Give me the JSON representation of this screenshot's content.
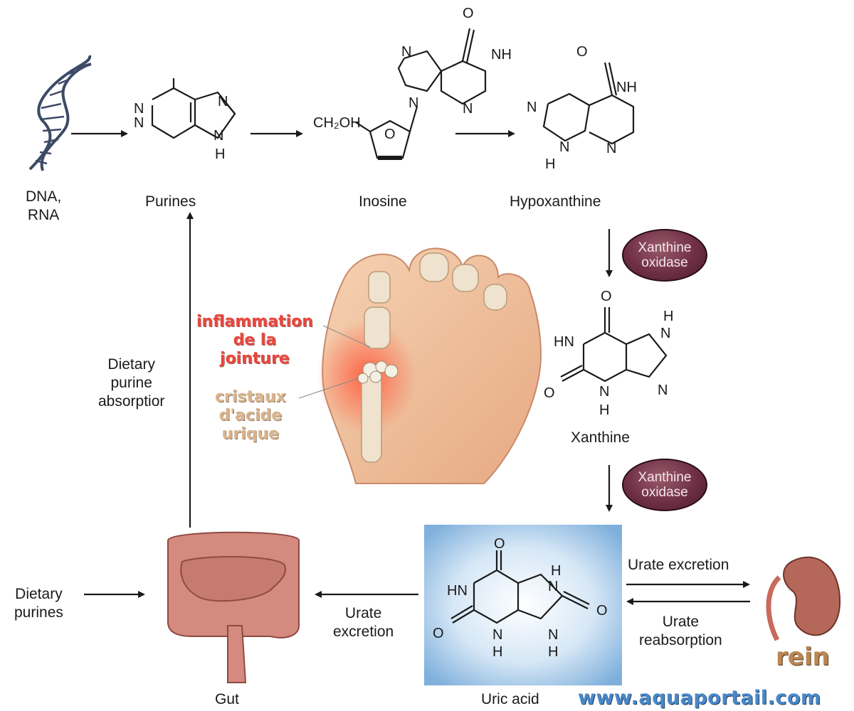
{
  "molecules": {
    "dna": {
      "line1": "DNA,",
      "line2": "RNA"
    },
    "purines": "Purines",
    "inosine": "Inosine",
    "hypoxanthine": "Hypoxanthine",
    "xanthine": "Xanthine",
    "uric_acid": "Uric acid",
    "gut": "Gut"
  },
  "atoms": {
    "N": "N",
    "NH": "NH",
    "HN": "HN",
    "H": "H",
    "O": "O",
    "OH": "OH",
    "CH2OH": "CH₂OH"
  },
  "enzymes": {
    "xo1": {
      "line1": "Xanthine",
      "line2": "oxidase"
    },
    "xo2": {
      "line1": "Xanthine",
      "line2": "oxidase"
    }
  },
  "labels": {
    "dietary_absorption": {
      "line1": "Dietary",
      "line2": "purine",
      "line3": "absorptior"
    },
    "dietary_purines": {
      "line1": "Dietary",
      "line2": "purines"
    },
    "urate_excretion_gut": {
      "line1": "Urate",
      "line2": "excretion"
    },
    "urate_excretion_kidney": "Urate excretion",
    "urate_reabsorption": {
      "line1": "Urate",
      "line2": "reabsorption"
    }
  },
  "overlays": {
    "inflammation": {
      "line1": "inflammation",
      "line2": "de la",
      "line3": "jointure"
    },
    "crystals": {
      "line1": "cristaux",
      "line2": "d'acide",
      "line3": "urique"
    },
    "kidney": "rein"
  },
  "watermark": "www.aquaportail.com",
  "colors": {
    "enzyme": "#6e2f45",
    "uric_panel": "#8fb9e0",
    "inflammation_text": "#e9453b",
    "crystal_text": "#d9b48c",
    "watermark": "#4a88c8",
    "gut": "#c77b70",
    "kidney": "#b5675a"
  }
}
